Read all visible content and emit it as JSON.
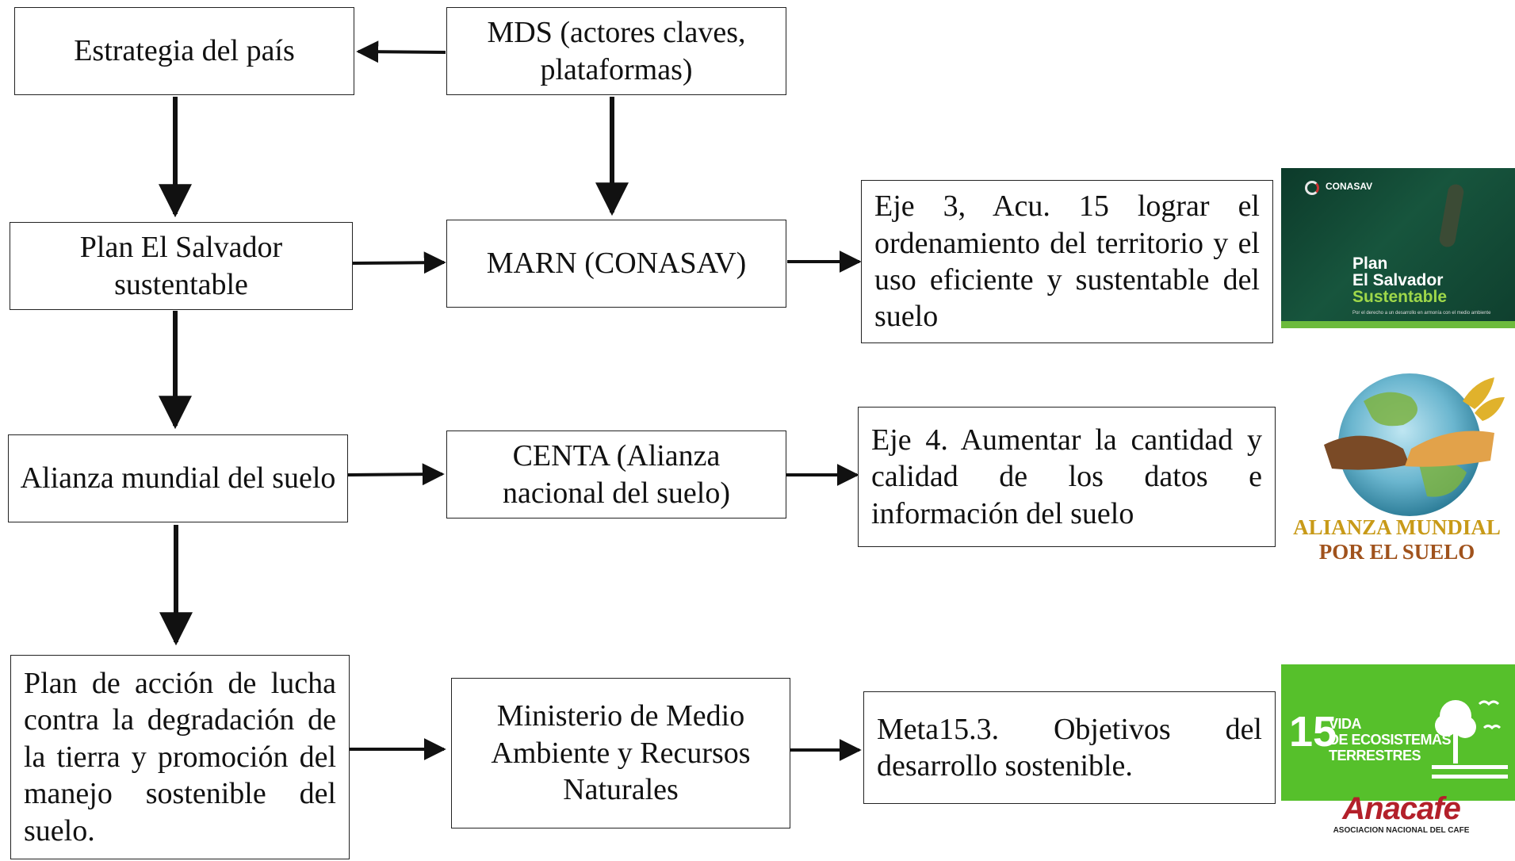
{
  "boxes": {
    "estrategia": "Estrategia del país",
    "mds": "MDS (actores claves, plataformas)",
    "plan_sv": "Plan El Salvador sustentable",
    "marn": "MARN (CONASAV)",
    "eje3": "Eje 3, Acu. 15 lograr el ordenamiento del territorio y el uso eficiente y sustentable del suelo",
    "alianza_mundial": "Alianza mundial del suelo",
    "centa": "CENTA (Alianza nacional del suelo)",
    "eje4": "Eje 4. Aumentar la cantidad y calidad de los datos e información del suelo",
    "plan_accion": "Plan de acción de lucha contra la degradación de la tierra y promoción del manejo sostenible del suelo.",
    "ministerio": "Ministerio de Medio Ambiente y Recursos Naturales",
    "meta": "Meta15.3. Objetivos del desarrollo sostenible."
  },
  "logos": {
    "plan_sv": {
      "brand": "CONASAV",
      "title_line1": "Plan",
      "title_line2": "El Salvador",
      "title_line3": "Sustentable",
      "tagline": "Por el derecho a un desarrollo en armonía con el medio ambiente"
    },
    "alianza": {
      "line1": "ALIANZA MUNDIAL",
      "line2": "POR EL SUELO"
    },
    "sdg15": {
      "number": "15",
      "label": "VIDA\nDE ECOSISTEMAS\nTERRESTRES",
      "color": "#56c02b"
    },
    "anacafe": {
      "name": "Anacafe",
      "subtitle": "ASOCIACION NACIONAL DEL CAFE"
    }
  }
}
